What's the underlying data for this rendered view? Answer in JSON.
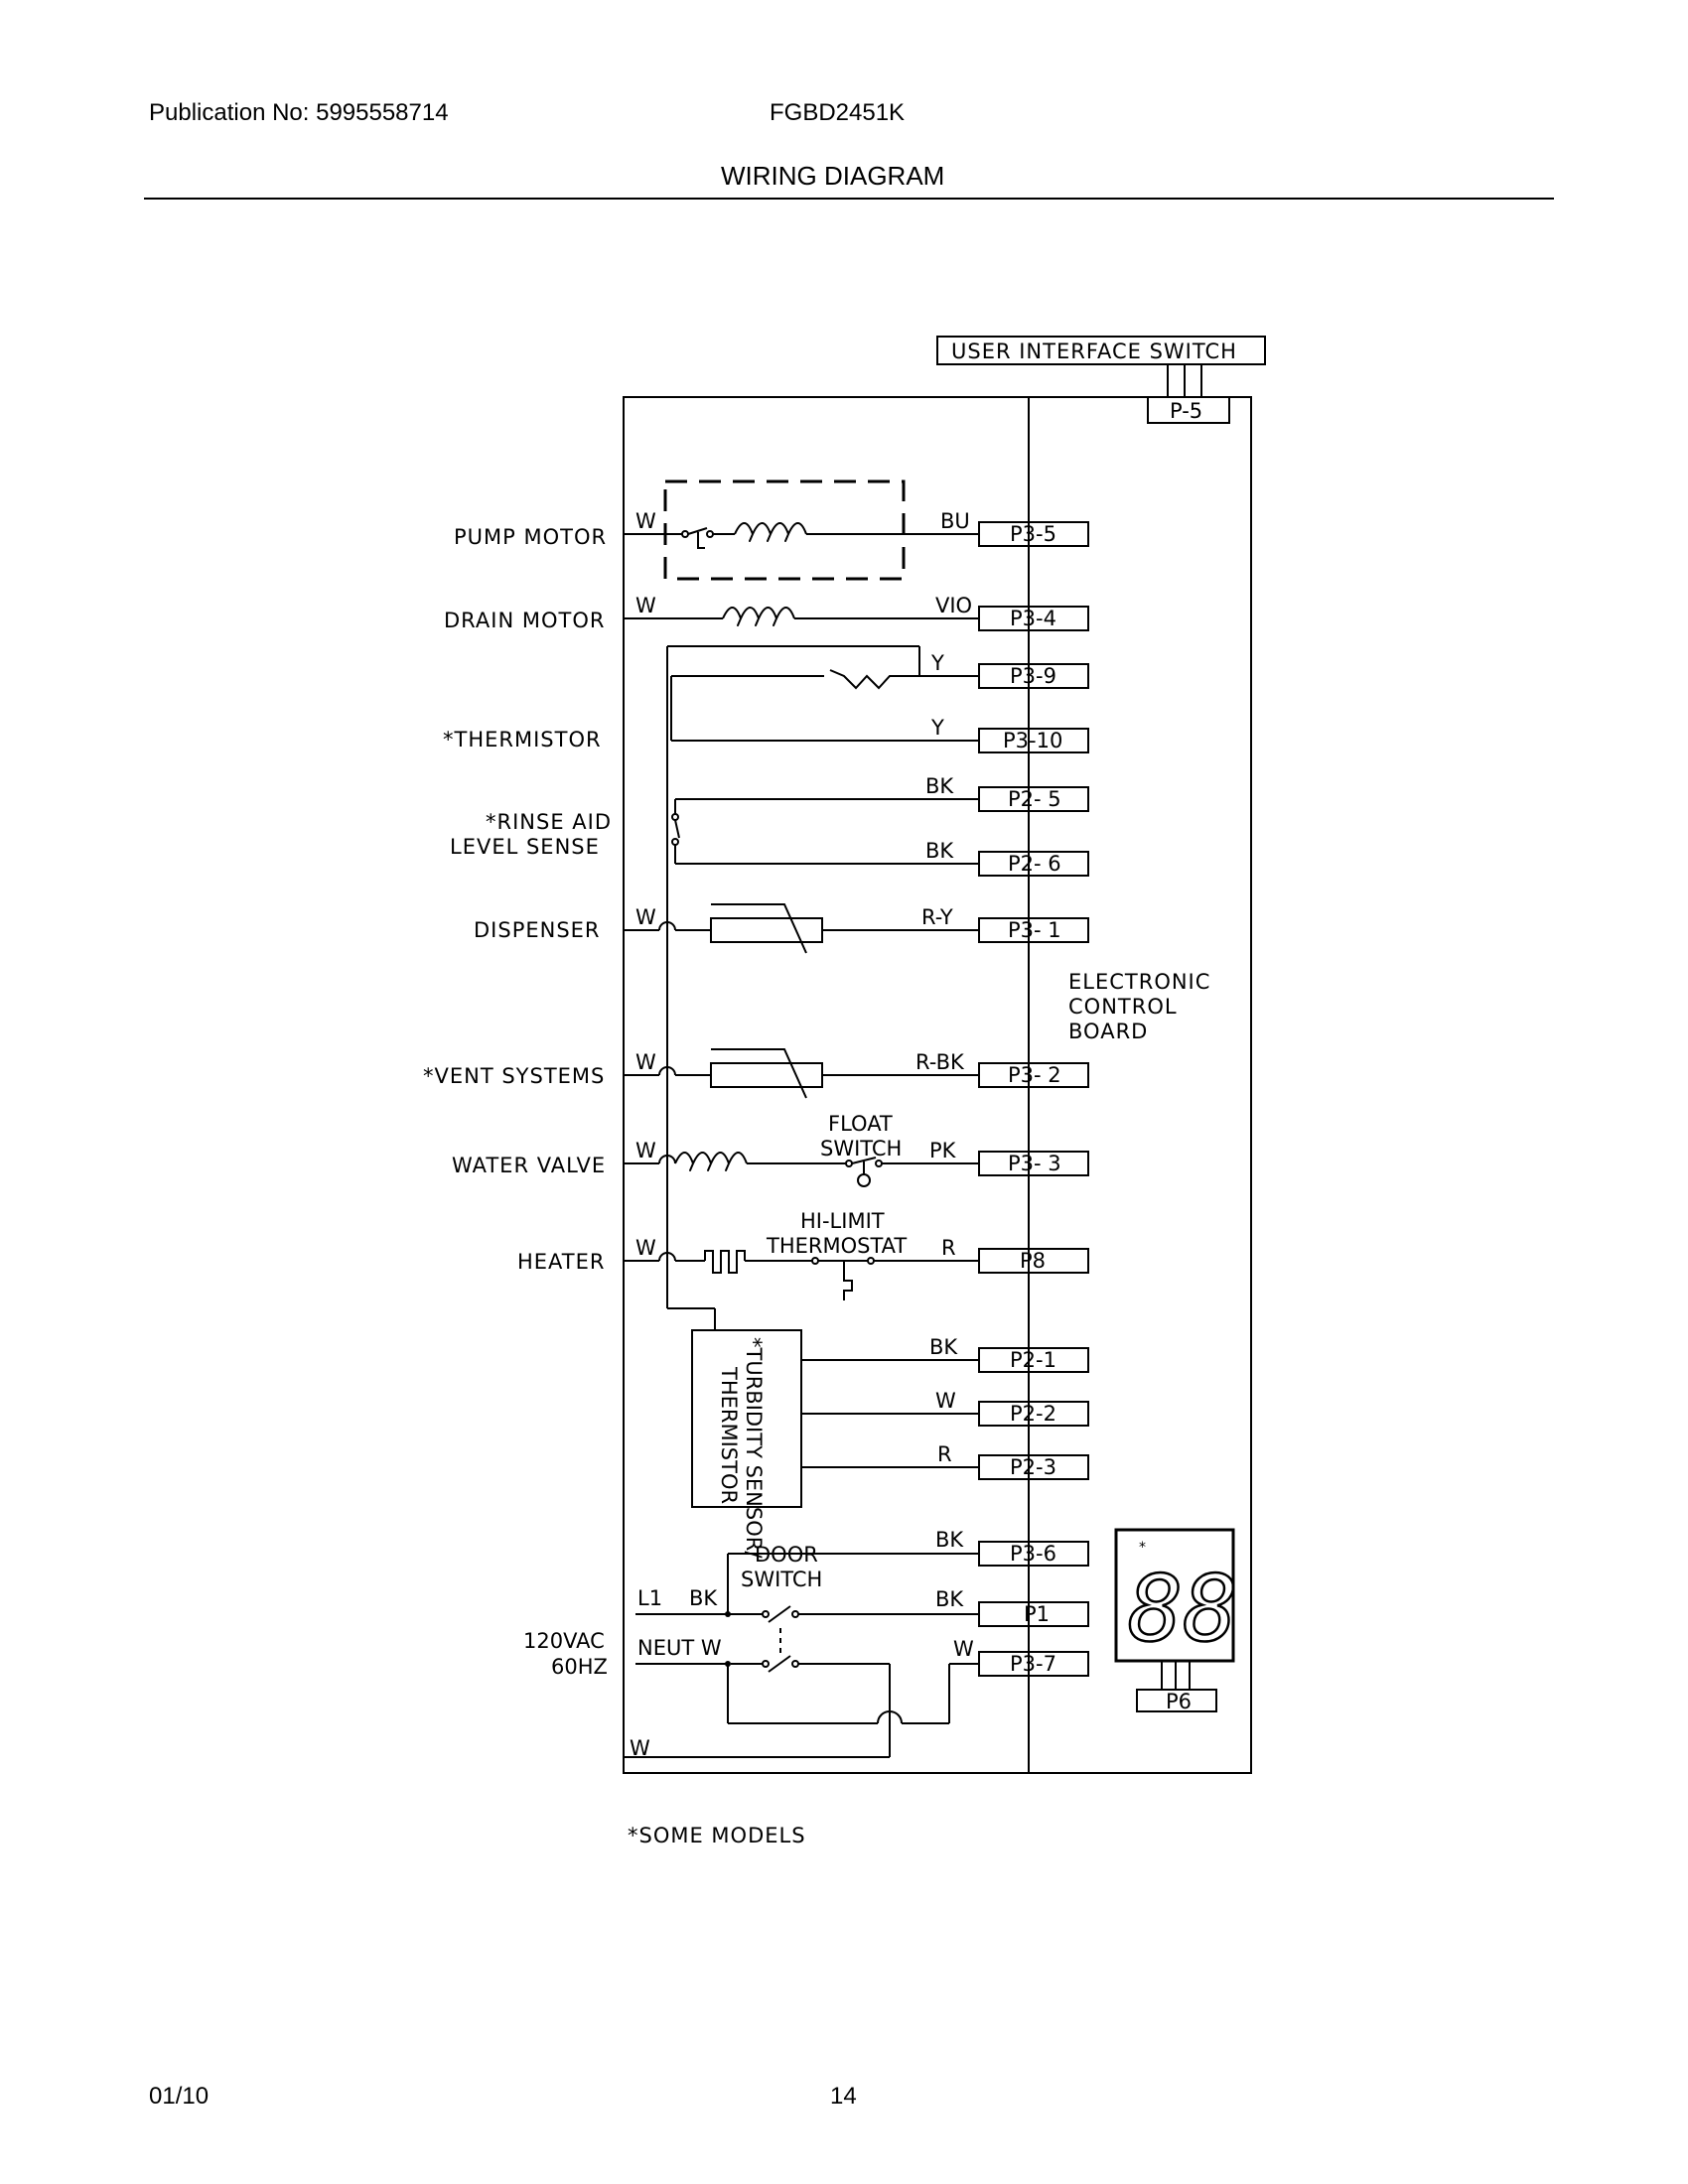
{
  "header": {
    "publication": "Publication No: 5995558714",
    "model": "FGBD2451K",
    "title": "WIRING DIAGRAM"
  },
  "footer": {
    "date": "01/10",
    "page": "14"
  },
  "diagram": {
    "ui_switch": "USER INTERFACE SWITCH",
    "p5": "P-5",
    "control_board": [
      "ELECTRONIC",
      "CONTROL",
      "BOARD"
    ],
    "components": {
      "pump_motor": "PUMP MOTOR",
      "drain_motor": "DRAIN MOTOR",
      "thermistor": "*THERMISTOR",
      "rinse_aid_1": "*RINSE AID",
      "rinse_aid_2": "LEVEL SENSE",
      "dispenser": "DISPENSER",
      "vent": "*VENT SYSTEMS",
      "water_valve": "WATER VALVE",
      "heater": "HEATER",
      "supply_1": "120VAC",
      "supply_2": "60HZ",
      "turbidity_1": "*TURBIDITY SENSOR/",
      "turbidity_2": "THERMISTOR",
      "float_1": "FLOAT",
      "float_2": "SWITCH",
      "hilimit_1": "HI-LIMIT",
      "hilimit_2": "THERMOSTAT",
      "door_1": "DOOR",
      "door_2": "SWITCH",
      "l1": "L1",
      "neut": "NEUT W",
      "some_models": "*SOME MODELS"
    },
    "connectors": {
      "p3_5": "P3-5",
      "p3_4": "P3-4",
      "p3_9": "P3-9",
      "p3_10": "P3-10",
      "p2_5": "P2- 5",
      "p2_6": "P2- 6",
      "p3_1": "P3- 1",
      "p3_2": "P3- 2",
      "p3_3": "P3- 3",
      "p8": "P8",
      "p2_1": "P2-1",
      "p2_2": "P2-2",
      "p2_3": "P2-3",
      "p3_6": "P3-6",
      "p1": "P1",
      "p3_7": "P3-7",
      "p6": "P6"
    },
    "wires": {
      "w_pump": "W",
      "bu": "BU",
      "w_drain": "W",
      "vio": "VIO",
      "y1": "Y",
      "y2": "Y",
      "bk1": "BK",
      "bk2": "BK",
      "w_disp": "W",
      "ry": "R-Y",
      "w_vent": "W",
      "rbk": "R-BK",
      "w_valve": "W",
      "pk": "PK",
      "w_heater": "W",
      "r_heater": "R",
      "bk_turb": "BK",
      "w_turb": "W",
      "r_turb": "R",
      "bk_p36": "BK",
      "bk_l1": "BK",
      "bk_p1": "BK",
      "w_p37": "W",
      "w_bottom": "W"
    },
    "display": {
      "digits": "88",
      "asterisk": "*"
    }
  }
}
